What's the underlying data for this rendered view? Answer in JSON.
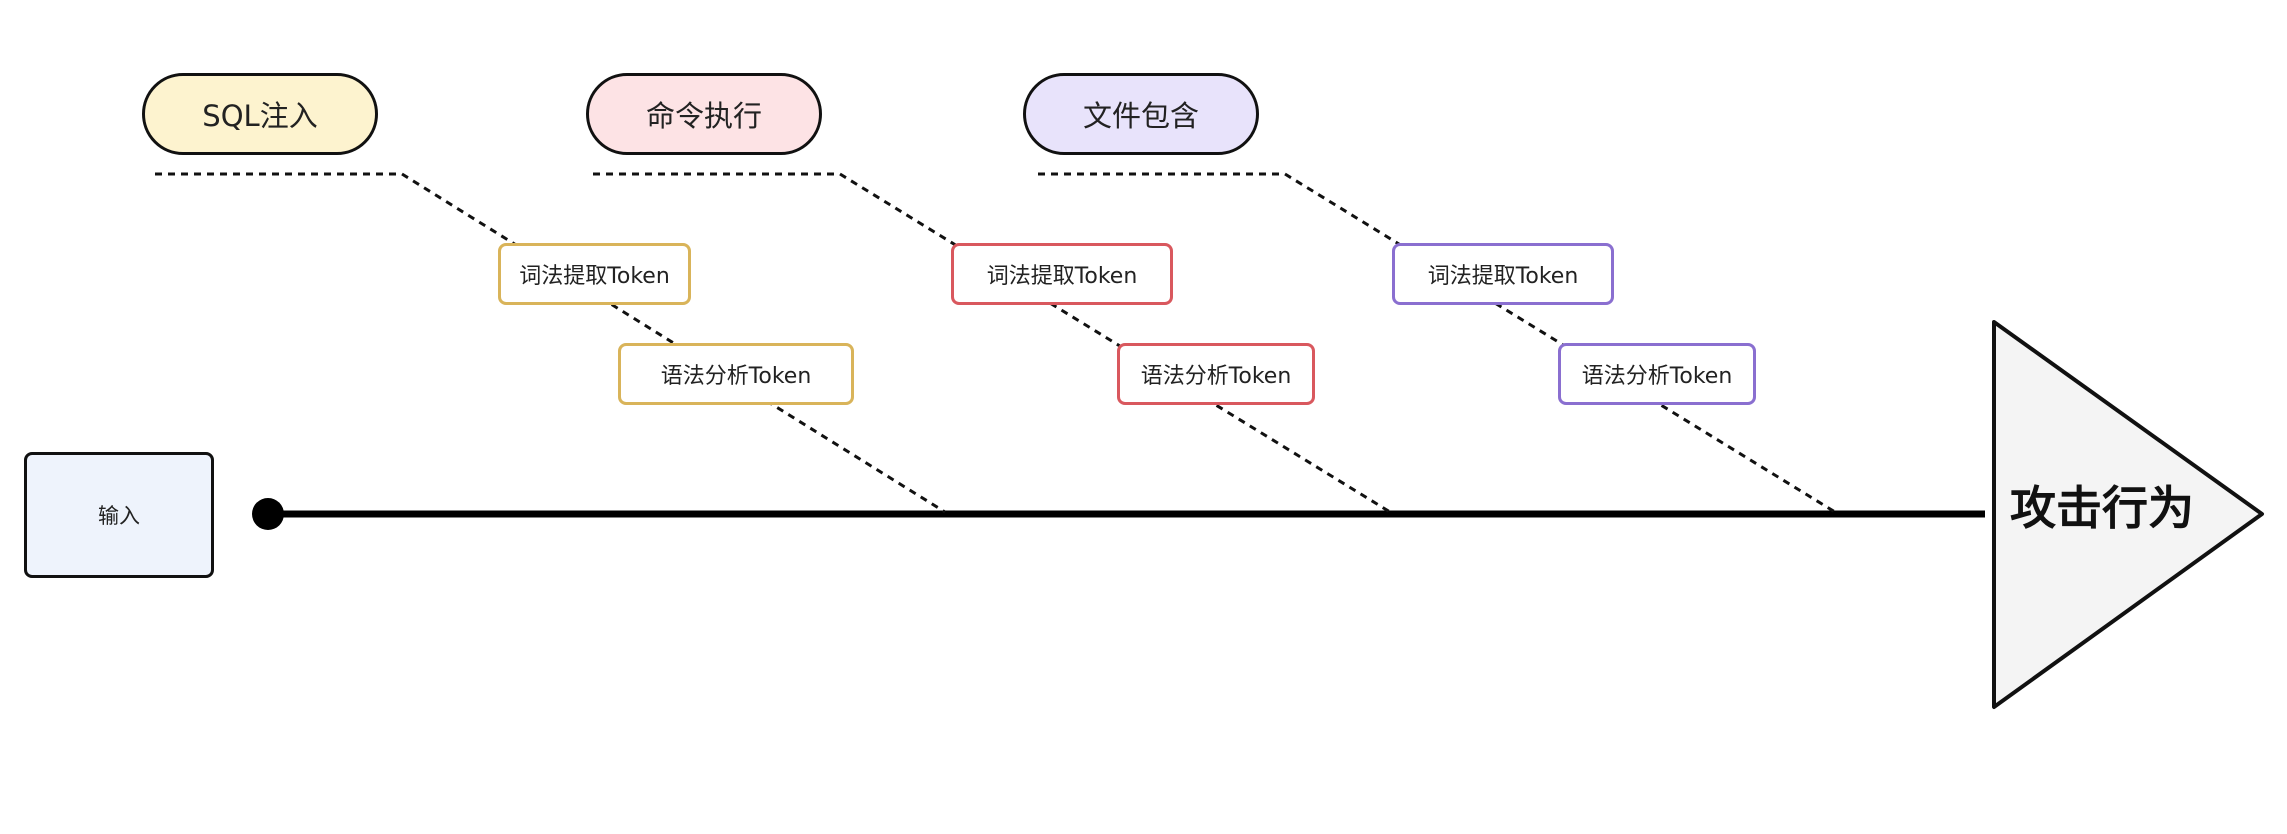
{
  "diagram": {
    "input": {
      "label": "输入"
    },
    "result": {
      "label": "攻击行为"
    },
    "categories": [
      {
        "label": "SQL注入",
        "color": "#fdf3cf",
        "border": "#d9b45a",
        "steps": [
          "词法提取Token",
          "语法分析Token"
        ]
      },
      {
        "label": "命令执行",
        "color": "#fde3e5",
        "border": "#d9585e",
        "steps": [
          "词法提取Token",
          "语法分析Token"
        ]
      },
      {
        "label": "文件包含",
        "color": "#e8e3fb",
        "border": "#8a6fd0",
        "steps": [
          "词法提取Token",
          "语法分析Token"
        ]
      }
    ]
  }
}
